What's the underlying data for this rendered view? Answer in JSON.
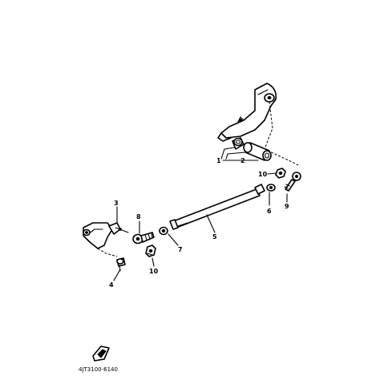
{
  "diagram": {
    "callouts": {
      "c1": "1",
      "c2": "2",
      "c3": "3",
      "c4": "4",
      "c5": "5",
      "c6": "6",
      "c7": "7",
      "c8": "8",
      "c9": "9",
      "c10a": "10",
      "c10b": "10"
    },
    "part_code": "4JT3100-6140"
  },
  "colors": {
    "ink": "#000000",
    "paper": "#ffffff"
  }
}
